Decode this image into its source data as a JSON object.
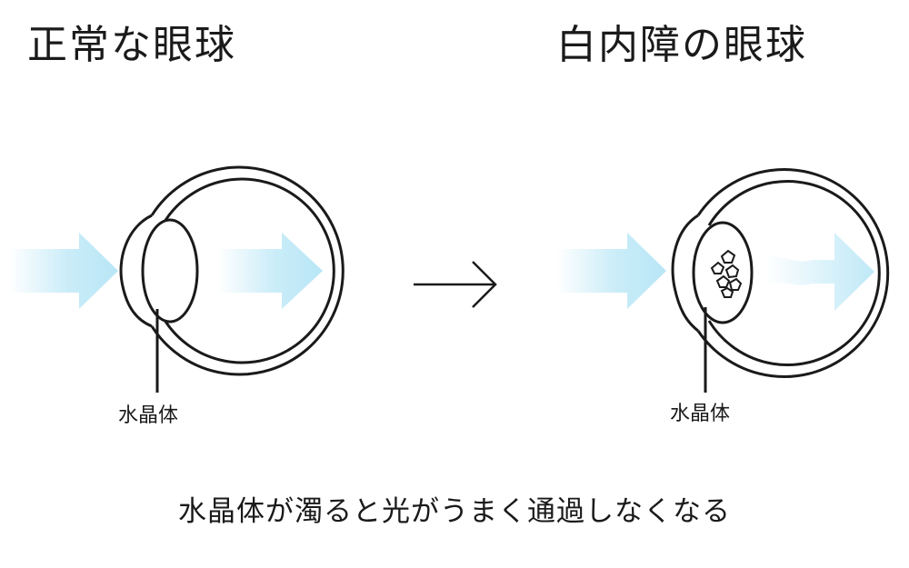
{
  "titles": {
    "normal": "正常な眼球",
    "cataract": "白内障の眼球"
  },
  "labels": {
    "lens_normal": "水晶体",
    "lens_cataract": "水晶体"
  },
  "caption": "水晶体が濁ると光がうまく通過しなくなる",
  "colors": {
    "light_arrow": "#b8e6f6",
    "outline": "#1a1a1a"
  }
}
